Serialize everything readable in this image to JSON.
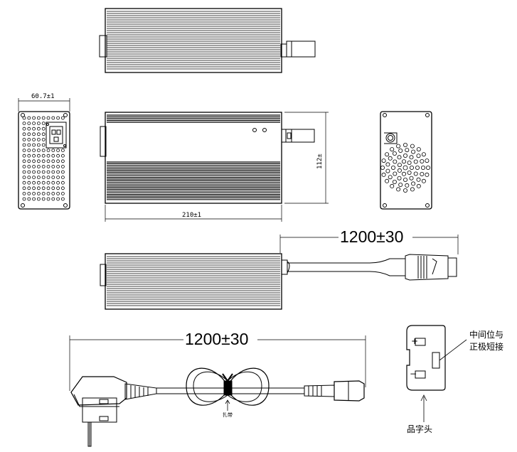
{
  "dimensions": {
    "width_label": "60.7±1",
    "height_label": "112±",
    "length_label": "210±1",
    "cable_output_label": "1200±30",
    "cable_input_label": "1200±30"
  },
  "notes": {
    "center_pin_note_line1": "中间位与",
    "center_pin_note_line2": "正极短接",
    "connector_label": "品字头",
    "tie_label": "扎带"
  },
  "pin_marks": {
    "plus": "+",
    "minus": "−"
  }
}
